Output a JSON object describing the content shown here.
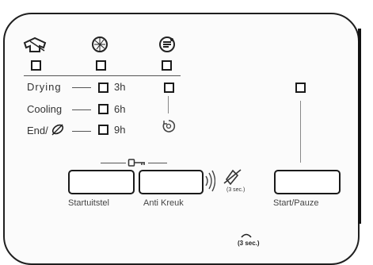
{
  "options": {
    "drying": "Drying",
    "cooling": "Cooling",
    "end": "End/"
  },
  "times": {
    "t3": "3h",
    "t6": "6h",
    "t9": "9h"
  },
  "buttons": {
    "delay_start": "Startuitstel",
    "anti_crease": "Anti Kreuk",
    "start_pause": "Start/Pauze"
  },
  "hints": {
    "mute_duration": "(3 sec.)",
    "bottom_duration": "(3 sec.)"
  },
  "icons": {
    "program_1": "shirt-hanger-icon",
    "program_2": "wool-ball-icon",
    "program_3": "sensor-dry-icon",
    "anti_crease_cycle": "tumble-icon",
    "child_lock": "key-icon",
    "sound_off": "mute-icon",
    "eco_end": "leaf-icon"
  },
  "colors": {
    "ink": "#1a1a1a",
    "text": "#333333",
    "panel": "#fbfbfb"
  }
}
